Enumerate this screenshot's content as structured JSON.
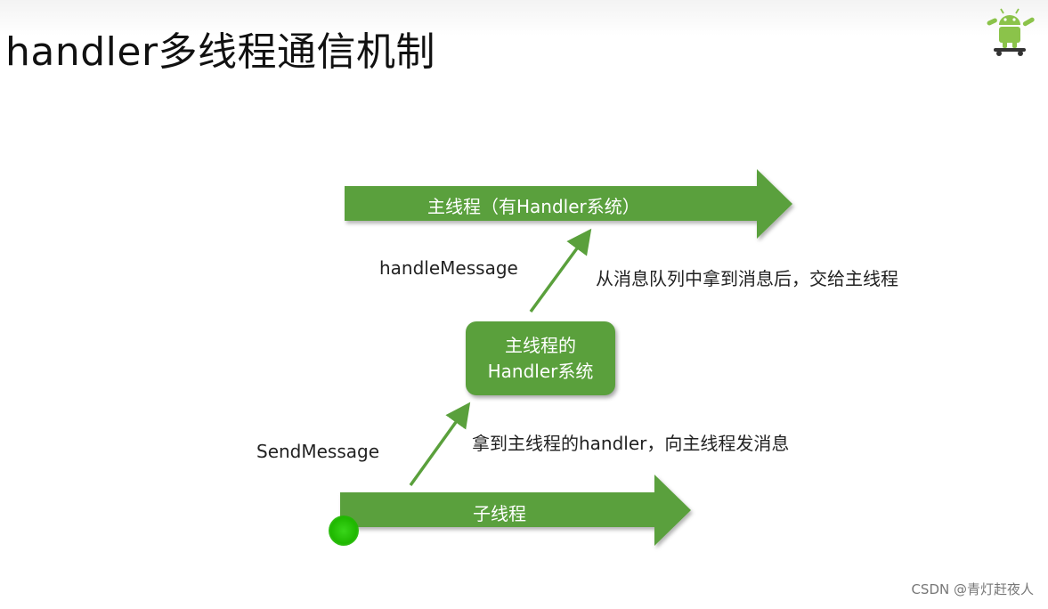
{
  "title": "handler多线程通信机制",
  "main_thread_label": "主线程（有Handler系统）",
  "child_thread_label": "子线程",
  "handler_box": {
    "line1": "主线程的",
    "line2": "Handler系统"
  },
  "handle_message_label": "handleMessage",
  "handle_message_desc": "从消息队列中拿到消息后，交给主线程",
  "send_message_label": "SendMessage",
  "send_message_desc": "拿到主线程的handler，向主线程发消息",
  "watermark": "CSDN @青灯赶夜人",
  "colors": {
    "arrow_green": "#5aa03c",
    "arrow_dark": "#4a8c30",
    "cursor_green": "#1fb800"
  }
}
